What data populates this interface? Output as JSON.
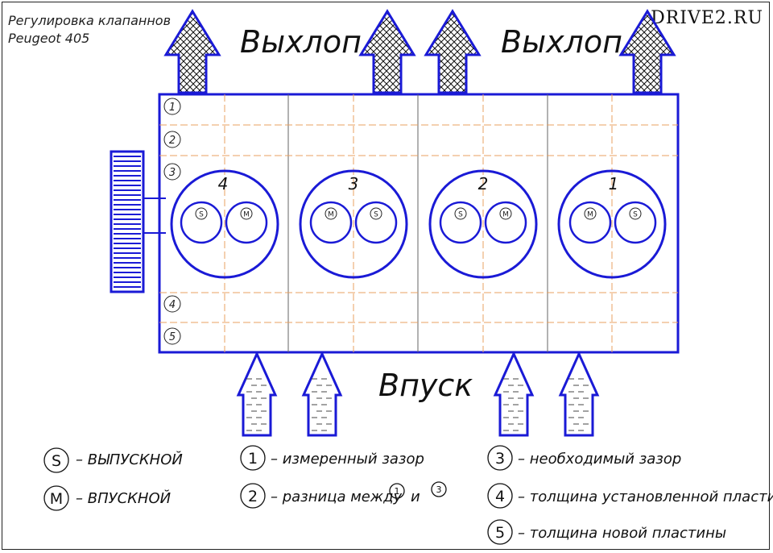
{
  "header": {
    "title_line1": "Регулировка клапаннов",
    "title_line2": "Peugeot 405",
    "brand": "DRIVE2.RU"
  },
  "labels": {
    "exhaust_left": "Выхлоп",
    "exhaust_right": "Выхлоп",
    "intake": "Впуск"
  },
  "rows": [
    "1",
    "2",
    "3",
    "4",
    "5"
  ],
  "cylinders": [
    {
      "number": "4",
      "valves": [
        "S",
        "M"
      ]
    },
    {
      "number": "3",
      "valves": [
        "M",
        "S"
      ]
    },
    {
      "number": "2",
      "valves": [
        "S",
        "M"
      ]
    },
    {
      "number": "1",
      "valves": [
        "M",
        "S"
      ]
    }
  ],
  "legend": {
    "s_symbol": "S",
    "s_text": "– ВЫПУСКНОЙ",
    "m_symbol": "M",
    "m_text": "– ВПУСКНОЙ",
    "n1": "1",
    "t1": "– измеренный зазор",
    "n2": "2",
    "t2a": "– разница между",
    "t2_ref1": "1",
    "t2_and": "и",
    "t2_ref2": "3",
    "n3": "3",
    "t3": "– необходимый зазор",
    "n4": "4",
    "t4": "– толщина установленной пластины",
    "n5": "5",
    "t5": "– толщина новой пластины"
  },
  "colors": {
    "blue": "#1a1ad6",
    "orange": "#e8a060",
    "grey": "#666666"
  }
}
